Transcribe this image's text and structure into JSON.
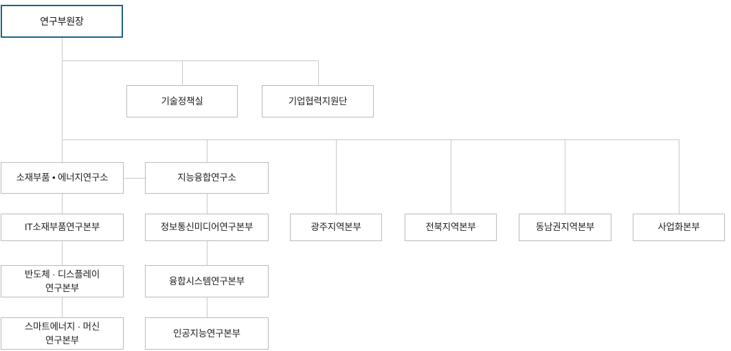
{
  "chart_meta": {
    "type": "org-chart",
    "title_node": "연구부원장",
    "accent_color": "#1a6087",
    "box_border_color": "#b9b9b9",
    "connector_color": "#c7c7c7",
    "text_color": "#1c1c1c",
    "background": "#ffffff"
  },
  "nodes": {
    "root": {
      "label": "연구부원장"
    },
    "staff": [
      {
        "label": "기술정책실"
      },
      {
        "label": "기업협력지원단"
      }
    ],
    "institutes": [
      {
        "label": "소재부품 • 에너지연구소"
      },
      {
        "label": "지능융합연구소"
      }
    ],
    "divisions_col1": [
      {
        "label": "IT소재부품연구본부"
      },
      {
        "label": "반도체 · 디스플레이\n연구본부"
      },
      {
        "label": "스마트에너지 · 머신\n연구본부"
      }
    ],
    "divisions_col2": [
      {
        "label": "정보통신미디어연구본부"
      },
      {
        "label": "융합시스템연구본부"
      },
      {
        "label": "인공지능연구본부"
      }
    ],
    "regional": [
      {
        "label": "광주지역본부"
      },
      {
        "label": "전북지역본부"
      },
      {
        "label": "동남권지역본부"
      },
      {
        "label": "사업화본부"
      }
    ]
  }
}
